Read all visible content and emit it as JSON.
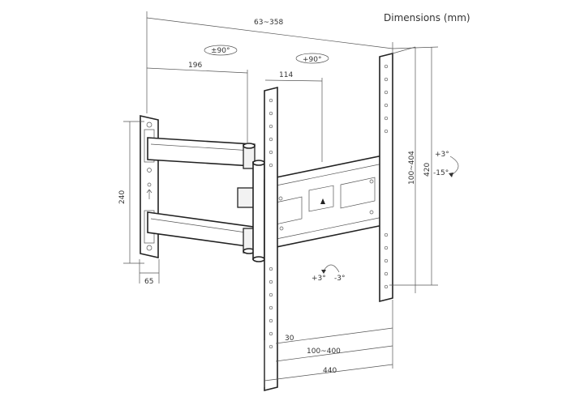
{
  "title": "Dimensions (mm)",
  "dimensions": {
    "extension": "63~358",
    "arm_offset": "196",
    "plate_offset": "114",
    "swivel_left": "±90°",
    "swivel_right": "+90°",
    "wall_height": "240",
    "wall_depth": "65",
    "vesa_vertical": "100~404",
    "plate_height": "420",
    "tilt_up": "+3°",
    "tilt_down": "-15°",
    "roll_plus": "+3°",
    "roll_minus": "-3°",
    "bottom_30": "30",
    "vesa_horizontal": "100~400",
    "plate_width": "440"
  }
}
